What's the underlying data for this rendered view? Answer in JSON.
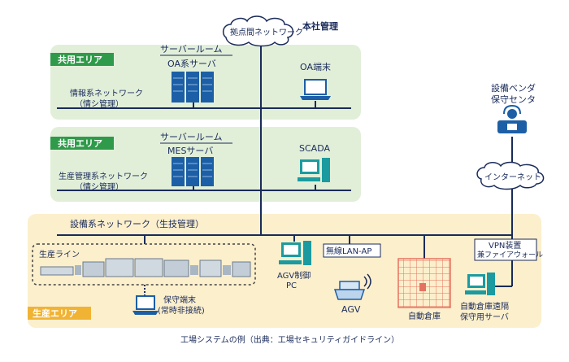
{
  "cloud_hq_network": "拠点間ネットワーク",
  "hq_management": "本社管理",
  "area1": {
    "badge": "共用エリア",
    "server_room": "サーバールーム",
    "server_name": "OA系サーバ",
    "network_name": "情報系ネットワーク",
    "network_mgmt": "（情シ管理）",
    "terminal": "OA端末"
  },
  "area2": {
    "badge": "共用エリア",
    "server_room": "サーバールーム",
    "server_name": "MESサーバ",
    "network_name": "生産管理系ネットワーク",
    "network_mgmt": "（情シ管理）",
    "terminal": "SCADA"
  },
  "production": {
    "badge": "生産エリア",
    "network_name": "設備系ネットワーク（生技管理）",
    "line_label": "生産ライン",
    "maint_terminal": "保守端末",
    "maint_terminal_note": "(常時非接続)",
    "agv_control_1": "AGV制御",
    "agv_control_2": "PC",
    "wireless_ap": "無線LAN-AP",
    "agv": "AGV",
    "warehouse": "自動倉庫",
    "vpn_1": "VPN装置",
    "vpn_2": "兼ファイアウォール",
    "remote_1": "自動倉庫遠隔",
    "remote_2": "保守用サーバ"
  },
  "vendor_1": "設備ベンダ",
  "vendor_2": "保守センタ",
  "internet": "インターネット",
  "caption": "工場システムの例（出典：工場セキュリティガイドライン）",
  "colors": {
    "shared_area_bg": "#e1efd9",
    "shared_badge": "#2e9a4a",
    "production_bg": "#fcefcc",
    "production_badge": "#f1b333",
    "network_line": "#1a2b5a",
    "device_blue": "#1c5fa6",
    "device_teal": "#1b9ba0",
    "warehouse_red": "#e57260"
  }
}
